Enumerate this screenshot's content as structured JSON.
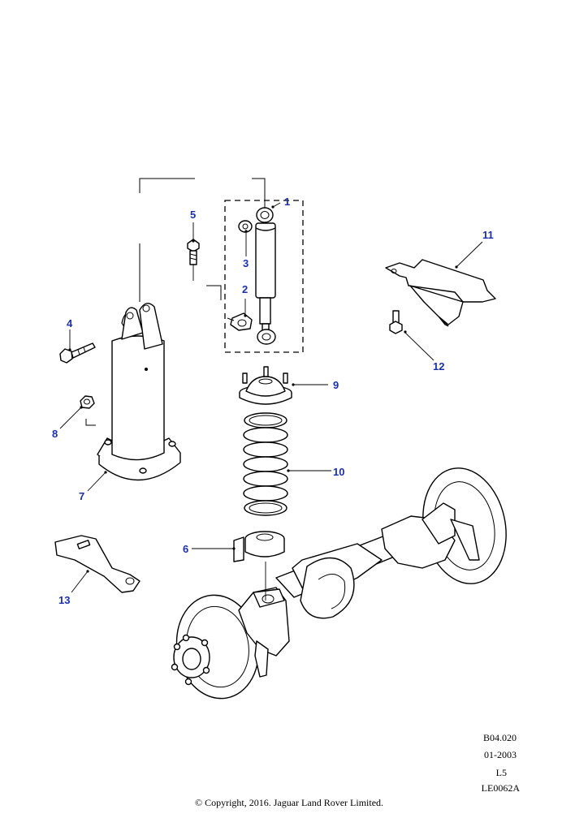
{
  "callouts": [
    {
      "id": "1",
      "label": "1"
    },
    {
      "id": "2",
      "label": "2"
    },
    {
      "id": "3",
      "label": "3"
    },
    {
      "id": "4",
      "label": "4"
    },
    {
      "id": "5",
      "label": "5"
    },
    {
      "id": "6",
      "label": "6"
    },
    {
      "id": "7",
      "label": "7"
    },
    {
      "id": "8",
      "label": "8"
    },
    {
      "id": "9",
      "label": "9"
    },
    {
      "id": "10",
      "label": "10"
    },
    {
      "id": "11",
      "label": "11"
    },
    {
      "id": "12",
      "label": "12"
    },
    {
      "id": "13",
      "label": "13"
    }
  ],
  "reference": {
    "code": "B04.020",
    "date": "01-2003",
    "level": "L5",
    "illustration_id": "LE0062A"
  },
  "copyright": "© Copyright, 2016. Jaguar Land Rover Limited.",
  "colors": {
    "callout": "#1a2fb0",
    "line": "#000000"
  }
}
